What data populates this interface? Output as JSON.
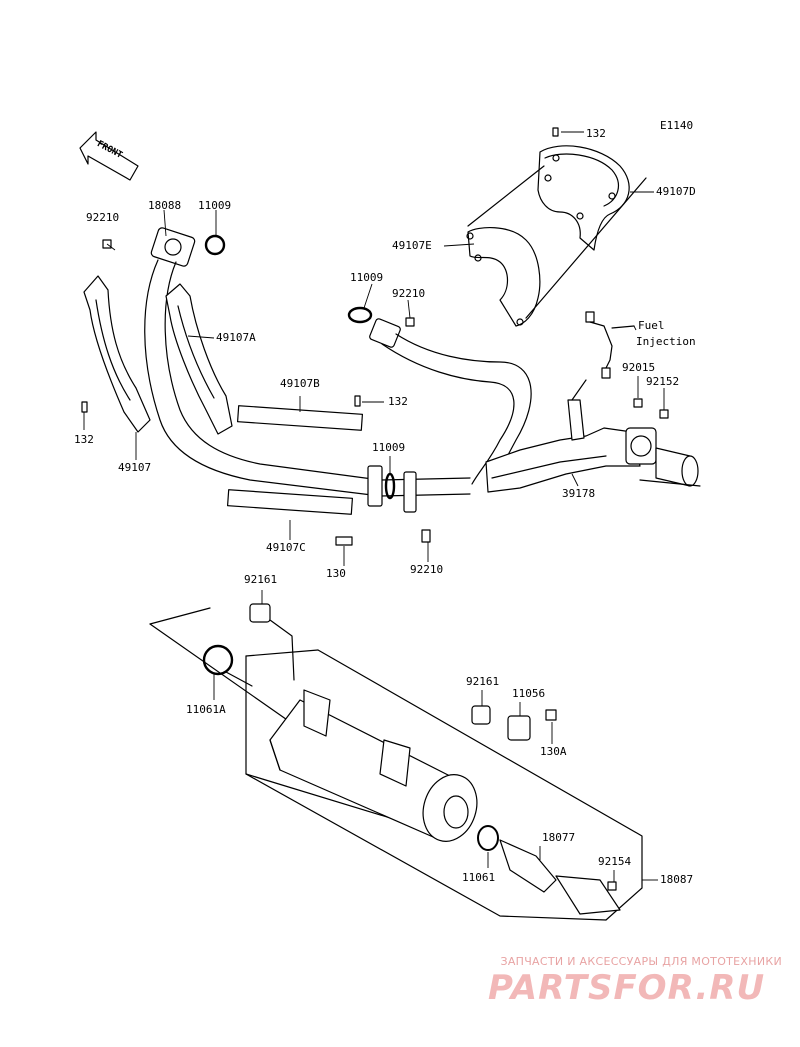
{
  "diagram_code": "E1140",
  "front_arrow": "FRONT",
  "callouts": {
    "c132_top": "132",
    "c49107D": "49107D",
    "c49107E": "49107E",
    "c92210_a": "92210",
    "c18088": "18088",
    "c11009_a": "11009",
    "c49107A": "49107A",
    "c11009_b": "11009",
    "c92210_b": "92210",
    "fuel_injection_1": "Fuel",
    "fuel_injection_2": "Injection",
    "c92015": "92015",
    "c92152": "92152",
    "c49107B": "49107B",
    "c132_mid": "132",
    "c132_left": "132",
    "c49107": "49107",
    "c11009_c": "11009",
    "c39178": "39178",
    "c49107C": "49107C",
    "c130": "130",
    "c92210_c": "92210",
    "c92161_a": "92161",
    "c11061A": "11061A",
    "c92161_b": "92161",
    "c11056": "11056",
    "c130A": "130A",
    "c18077": "18077",
    "c92154": "92154",
    "c11061": "11061",
    "c18087": "18087"
  },
  "watermark": {
    "tagline": "ЗАПЧАСТИ И АКСЕССУАРЫ ДЛЯ МОТОТЕХНИКИ",
    "logo": "PARTSFOR.RU"
  }
}
